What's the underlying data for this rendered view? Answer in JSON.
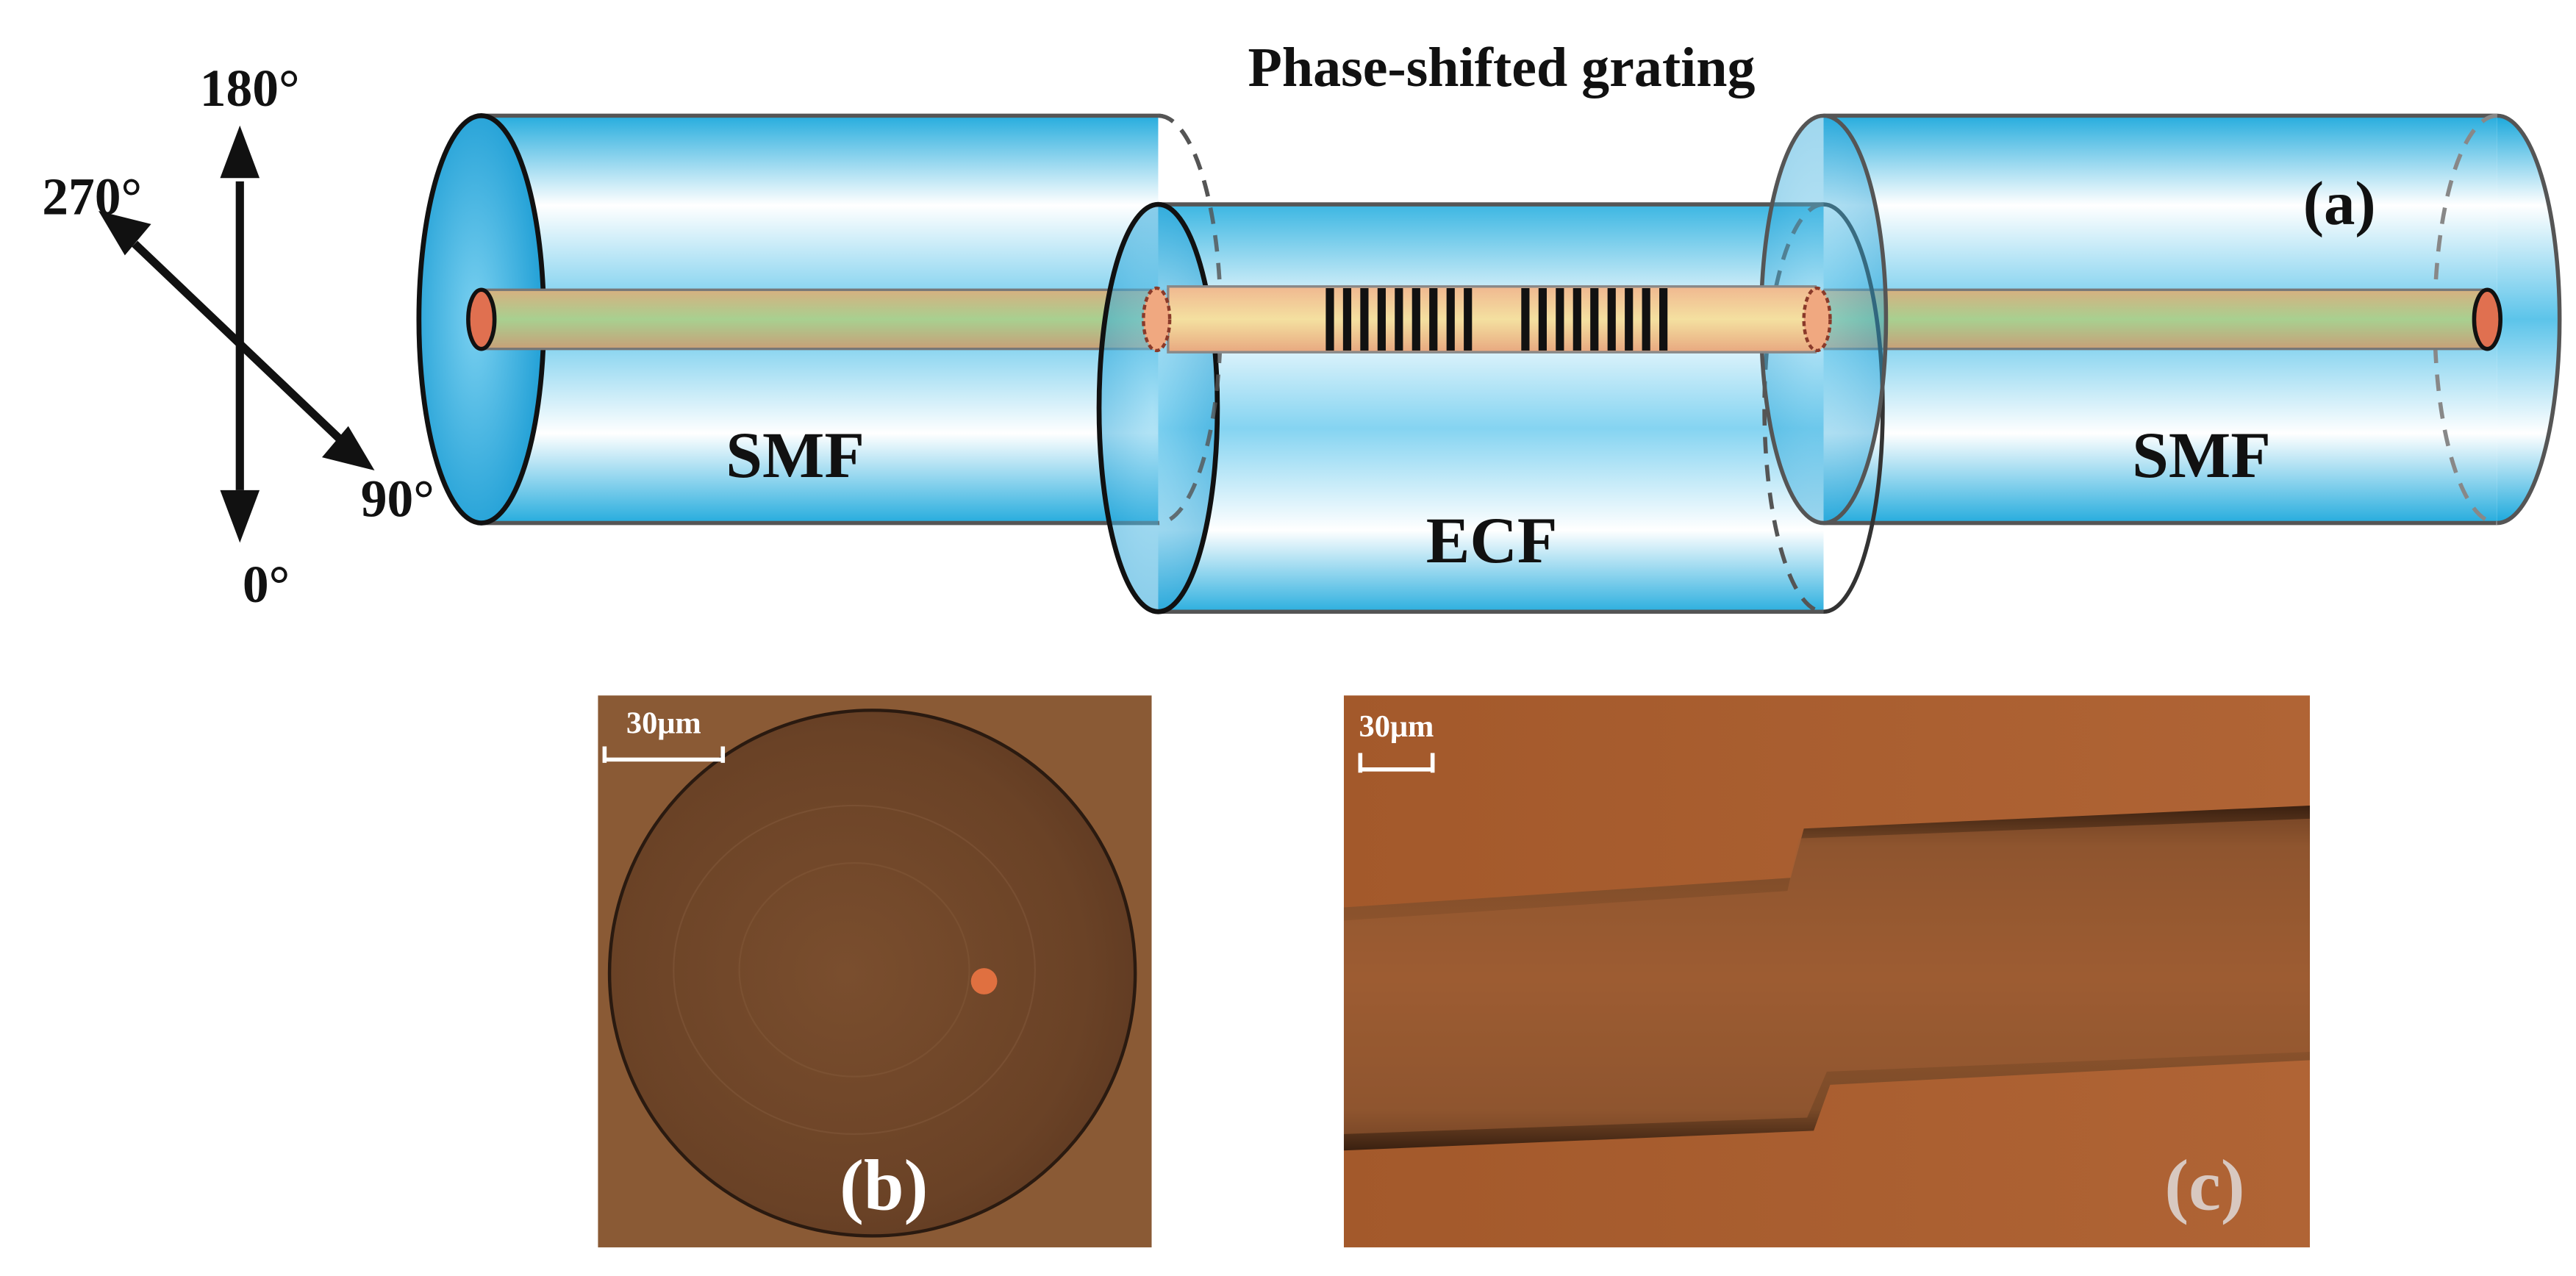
{
  "panel_a": {
    "title": "Phase-shifted grating",
    "label": "(a)",
    "fiber_left": "SMF",
    "fiber_middle": "ECF",
    "fiber_right": "SMF",
    "angles": {
      "a180": "180°",
      "a270": "270°",
      "a90": "90°",
      "a0": "0°"
    },
    "grating_groups": [
      {
        "lines": 9
      },
      {
        "lines": 9
      }
    ]
  },
  "panel_b": {
    "label": "(b)",
    "scale_bar": "30μm"
  },
  "panel_c": {
    "label": "(c)",
    "scale_bar": "30μm"
  },
  "colors": {
    "fiber_edge": "#1aa8dc",
    "fiber_center": "#ffffff",
    "core_warm": "#e8a070",
    "core_green": "#9ccc88",
    "micro_bg_b": "#8a5530",
    "micro_bg_c": "#a0582c"
  }
}
